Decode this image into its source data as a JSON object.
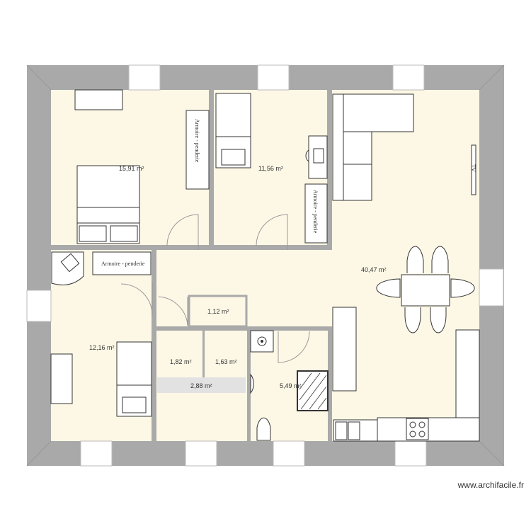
{
  "colors": {
    "wall": "#a9a9a9",
    "floor": "#fdf8e6",
    "furniture": "#ffffff",
    "closet_strip": "#e2e2e2"
  },
  "rooms": [
    {
      "name": "bedroom-1",
      "area": "15,91 m²"
    },
    {
      "name": "bedroom-2",
      "area": "11,56 m²"
    },
    {
      "name": "living-kitchen",
      "area": "40,47 m²"
    },
    {
      "name": "bedroom-3",
      "area": "12,16 m²"
    },
    {
      "name": "closet-1",
      "area": "1,12 m²"
    },
    {
      "name": "closet-2",
      "area": "1,82 m²"
    },
    {
      "name": "closet-3",
      "area": "1,63 m²"
    },
    {
      "name": "storage-strip",
      "area": "2,88 m²"
    },
    {
      "name": "bathroom",
      "area": "5,49 m²"
    }
  ],
  "furniture": {
    "wardrobe_label": "Armoire - penderie",
    "tv_label": "TV"
  },
  "watermark": "www.archifacile.fr"
}
